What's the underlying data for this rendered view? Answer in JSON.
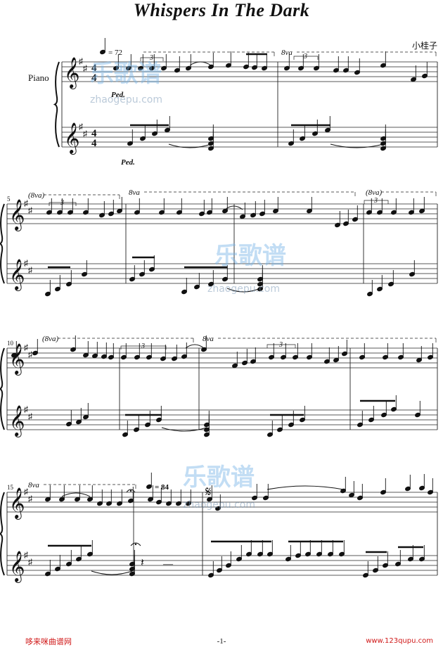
{
  "title": "Whispers In The Dark",
  "composer": "小桂子",
  "instrument": "Piano",
  "tempo_initial": "= 72",
  "tempo_second": "= 84",
  "octave_mark": "8va",
  "octave_mark_paren": "(8va)",
  "triplet": "3",
  "pedal": "Ped.",
  "measure_numbers": [
    "5",
    "10",
    "15"
  ],
  "watermark_brand": "乐歌谱",
  "watermark_url": "zhaogepu.com",
  "footer_left": "哆来咪曲谱网",
  "footer_right": "www.123qupu.com",
  "page_number": "-1-"
}
